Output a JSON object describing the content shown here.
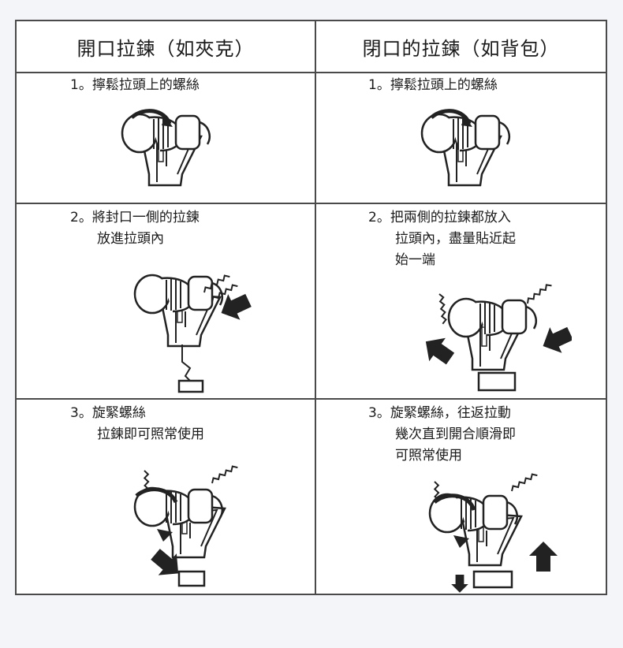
{
  "columns": [
    {
      "header": "開口拉鍊（如夾克）",
      "steps": [
        {
          "lines": [
            "1。擰鬆拉頭上的螺絲"
          ]
        },
        {
          "lines": [
            "2。將封口一側的拉鍊",
            "放進拉頭內"
          ]
        },
        {
          "lines": [
            "3。旋緊螺絲",
            "拉鍊即可照常使用"
          ]
        }
      ]
    },
    {
      "header": "閉口的拉鍊（如背包）",
      "steps": [
        {
          "lines": [
            "1。擰鬆拉頭上的螺絲"
          ]
        },
        {
          "lines": [
            "2。把兩側的拉鍊都放入",
            "拉頭內，盡量貼近起",
            "始一端"
          ]
        },
        {
          "lines": [
            "3。旋緊螺絲，往返拉動",
            "幾次直到開合順滑即",
            "可照常使用"
          ]
        }
      ]
    }
  ],
  "colors": {
    "border": "#4a4a4a",
    "ink": "#1a1a1a",
    "background": "#f4f5f9"
  },
  "icons": [
    "zipper-slider-loosen-icon",
    "zipper-insert-one-side-icon",
    "zipper-insert-both-sides-icon",
    "zipper-tighten-icon",
    "zipper-tighten-pull-icon",
    "arrow-icon"
  ]
}
